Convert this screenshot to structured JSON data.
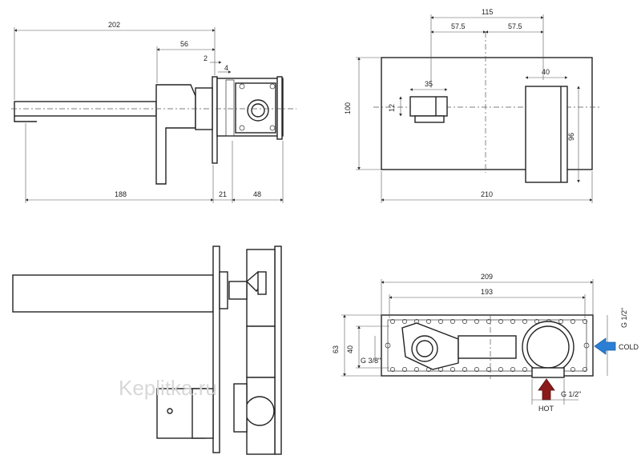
{
  "side_view": {
    "total_length": "202",
    "spout_to_box": "56",
    "wall_gap": "2",
    "plate_thickness": "4",
    "spout_length": "188",
    "box_offset": "21",
    "box_depth": "48"
  },
  "front_view": {
    "spout_centers": "115",
    "half_left": "57.5",
    "half_right": "57.5",
    "plate_height": "100",
    "spout_width": "35",
    "spout_height": "12",
    "handle_width": "40",
    "handle_height": "96",
    "plate_width": "210"
  },
  "box_view": {
    "overall_width": "209",
    "hole_spacing": "193",
    "height": "63",
    "inner_height": "40",
    "outlet_thread": "G 3/8\"",
    "cold_thread": "G 1/2\"",
    "hot_thread": "G 1/2\"",
    "cold_label": "COLD",
    "hot_label": "HOT",
    "cold_color": "#2a7fd4",
    "hot_color": "#8b1a1a"
  },
  "watermark": "Keplitka.ru"
}
